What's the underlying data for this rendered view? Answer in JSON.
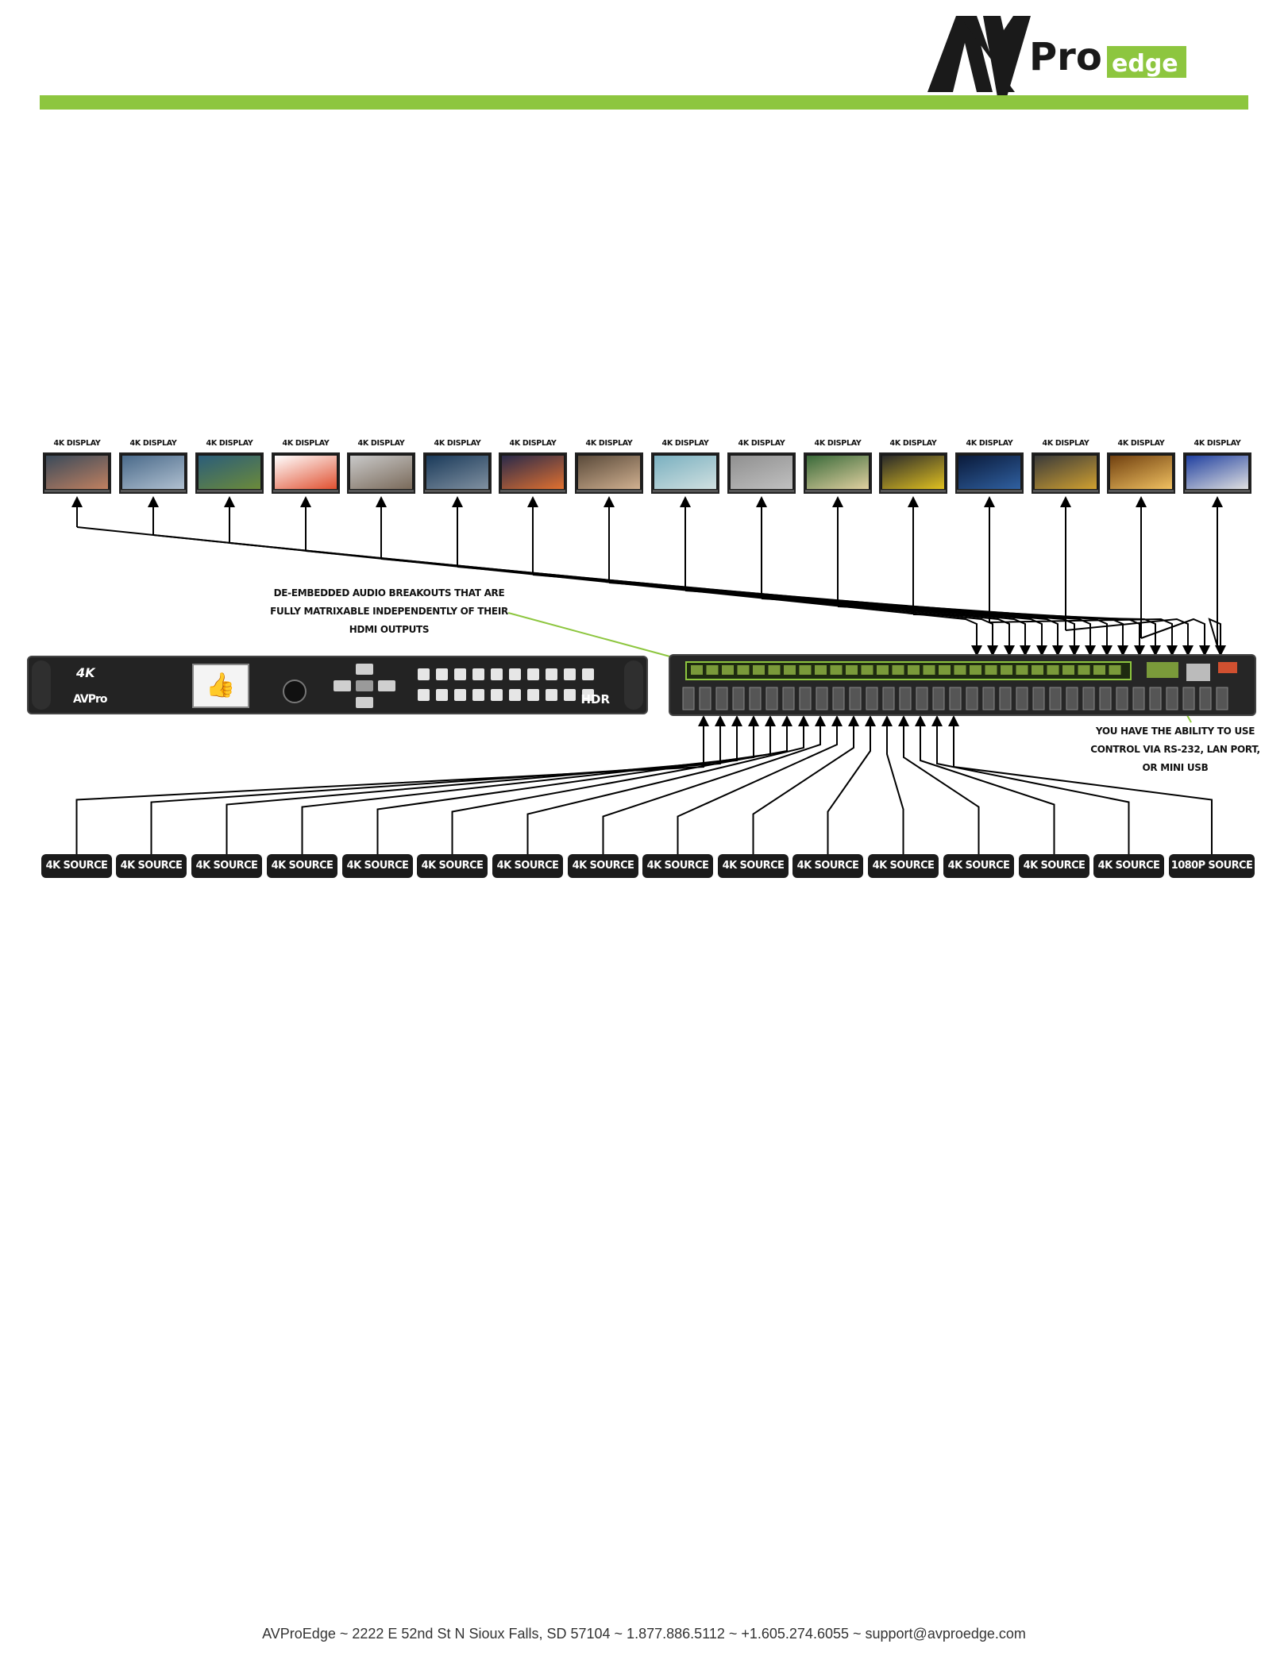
{
  "logo": {
    "text_av": "AV",
    "text_pro": "Pro",
    "text_edge": "edge",
    "accent_color": "#8dc63f"
  },
  "displays": [
    {
      "label": "4K DISPLAY"
    },
    {
      "label": "4K DISPLAY"
    },
    {
      "label": "4K DISPLAY"
    },
    {
      "label": "4K DISPLAY"
    },
    {
      "label": "4K DISPLAY"
    },
    {
      "label": "4K DISPLAY"
    },
    {
      "label": "4K DISPLAY"
    },
    {
      "label": "4K DISPLAY"
    },
    {
      "label": "4K DISPLAY"
    },
    {
      "label": "4K DISPLAY"
    },
    {
      "label": "4K DISPLAY"
    },
    {
      "label": "4K DISPLAY"
    },
    {
      "label": "4K DISPLAY"
    },
    {
      "label": "4K DISPLAY"
    },
    {
      "label": "4K DISPLAY"
    },
    {
      "label": "4K DISPLAY"
    }
  ],
  "annotations": {
    "audio": [
      "DE-EMBEDDED AUDIO BREAKOUTS THAT ARE",
      "FULLY MATRIXABLE INDEPENDENTLY OF THEIR",
      "HDMI OUTPUTS"
    ],
    "control": [
      "YOU HAVE THE ABILITY TO USE",
      "CONTROL VIA RS-232, LAN PORT,",
      "OR MINI USB"
    ]
  },
  "front_panel": {
    "badge": "4K",
    "brand": "AV",
    "brand_small": "Pro",
    "hdr": "HDR"
  },
  "sources": [
    {
      "label": "4K SOURCE"
    },
    {
      "label": "4K SOURCE"
    },
    {
      "label": "4K SOURCE"
    },
    {
      "label": "4K SOURCE"
    },
    {
      "label": "4K SOURCE"
    },
    {
      "label": "4K SOURCE"
    },
    {
      "label": "4K SOURCE"
    },
    {
      "label": "4K SOURCE"
    },
    {
      "label": "4K SOURCE"
    },
    {
      "label": "4K SOURCE"
    },
    {
      "label": "4K SOURCE"
    },
    {
      "label": "4K SOURCE"
    },
    {
      "label": "4K SOURCE"
    },
    {
      "label": "4K SOURCE"
    },
    {
      "label": "4K SOURCE"
    },
    {
      "label": "1080P SOURCE"
    }
  ],
  "footer": {
    "text": "AVProEdge ~ 2222 E 52nd St N Sioux Falls, SD 57104 ~ 1.877.886.5112 ~ +1.605.274.6055 ~ support@avproedge.com"
  },
  "colors": {
    "green": "#8dc63f",
    "ink": "#111111"
  }
}
